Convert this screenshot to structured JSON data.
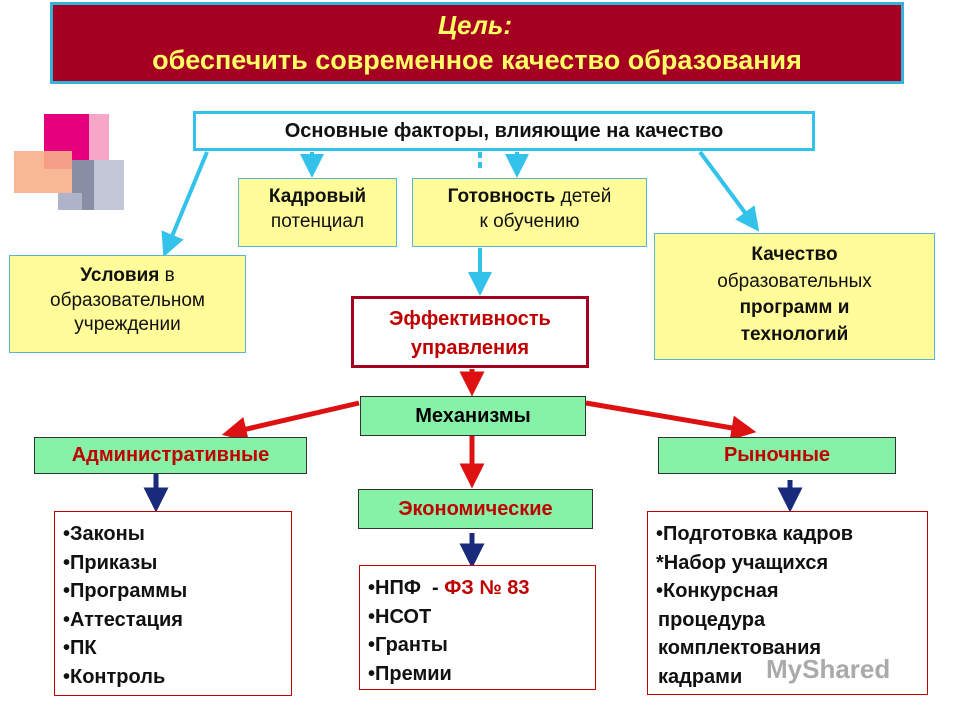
{
  "goal": {
    "label": "Цель:",
    "text": "обеспечить современное качество образования"
  },
  "factors": {
    "title": "Основные факторы, влияющие на качество",
    "staff": {
      "bold": "Кадровый",
      "rest": "потенциал"
    },
    "readiness": {
      "bold": "Готовность",
      "rest1": " детей",
      "rest2": "к обучению"
    },
    "conditions": {
      "bold": "Условия",
      "rest1": " в",
      "rest2": "образовательном",
      "rest3": "учреждении"
    },
    "programs": {
      "line1": "Качество",
      "line2": "образовательных",
      "line3": "программ и",
      "line4": "технологий"
    }
  },
  "management": {
    "line1": "Эффективность",
    "line2": "управления"
  },
  "mechanisms": {
    "title": "Механизмы",
    "administrative": {
      "title": "Административные",
      "items": [
        "•Законы",
        "•Приказы",
        "•Программы",
        "•Аттестация",
        "•ПК",
        "•Контроль"
      ]
    },
    "economic": {
      "title": "Экономические",
      "item1_prefix": "•НПФ  - ",
      "item1_highlight": "ФЗ № 83",
      "items": [
        "•НСОТ",
        "•Гранты",
        "•Премии"
      ]
    },
    "market": {
      "title": "Рыночные",
      "items": [
        "•Подготовка кадров",
        "*Набор учащихся",
        "•Конкурсная",
        "процедура",
        "комплектования",
        "кадрами"
      ]
    }
  },
  "watermark": "MyShared",
  "colors": {
    "title_bg": "#a50021",
    "title_text": "#ffff66",
    "cyan_arrow": "#33c3ea",
    "red_arrow": "#dd1111",
    "navy_arrow": "#1a2a7a",
    "yellow_box": "#fffc99",
    "green_box": "#86f2a7"
  }
}
